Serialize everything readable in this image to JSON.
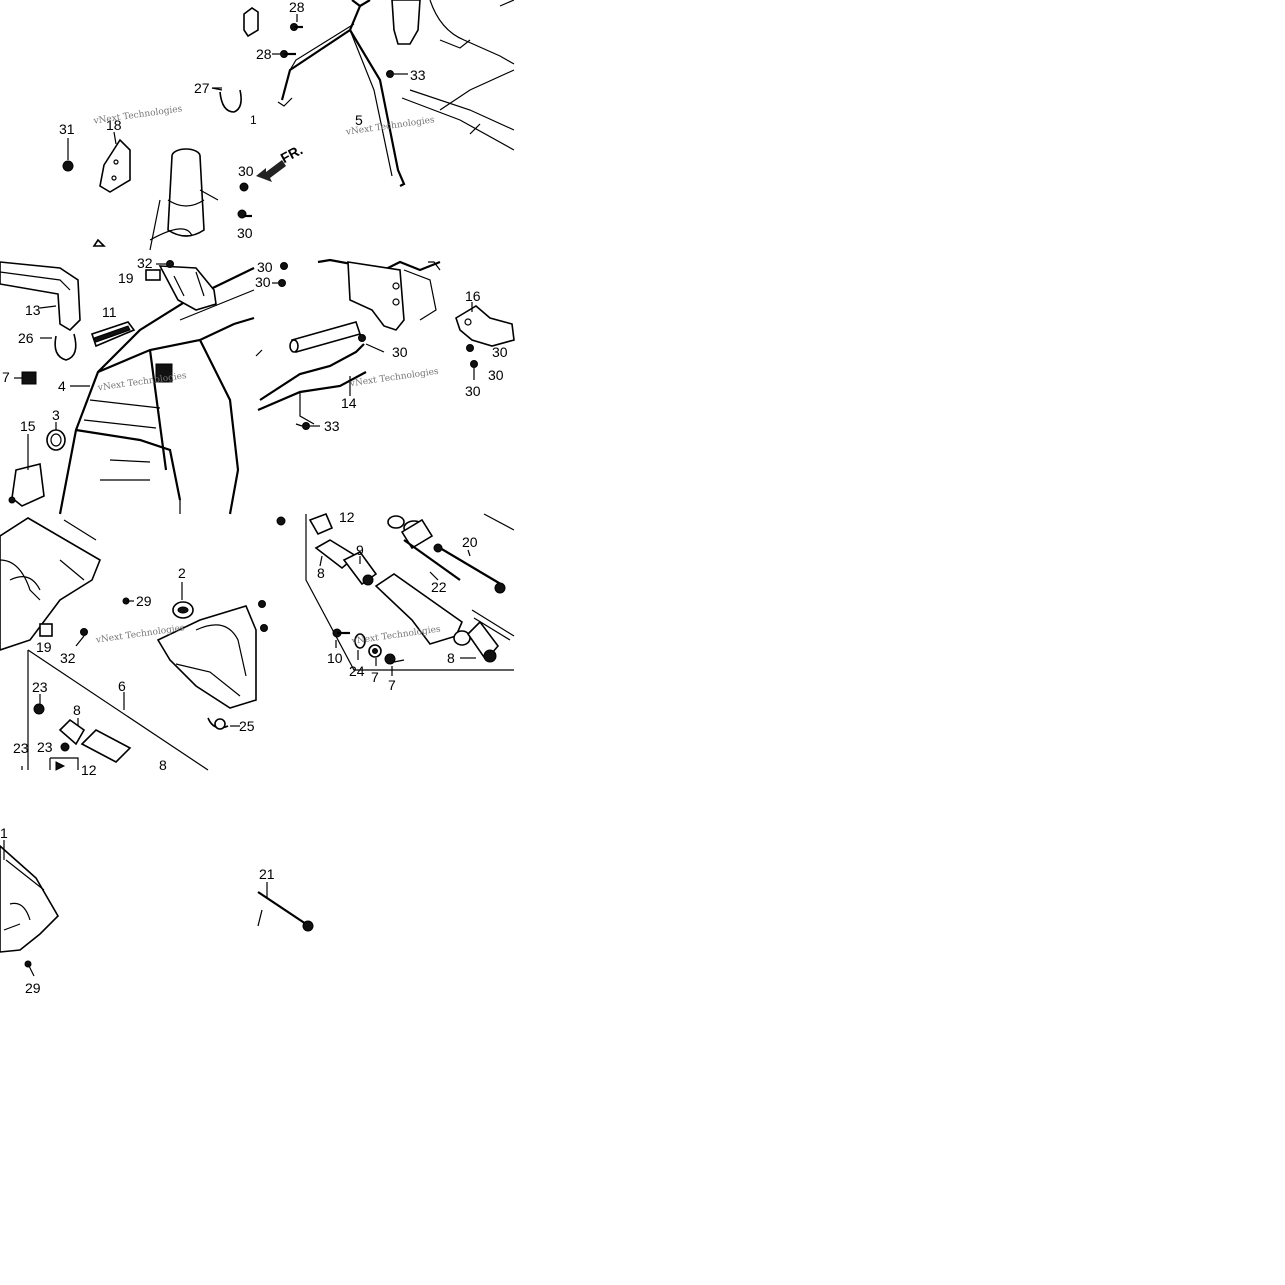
{
  "diagram": {
    "watermark": "vNext Technologies",
    "arrow_label": "FR.",
    "callouts": {
      "c28a": "28",
      "c28b": "28",
      "c33a": "33",
      "c27": "27",
      "c1a": "1",
      "c5": "5",
      "c31": "31",
      "c18": "18",
      "c30a": "30",
      "c30b": "30",
      "c32a": "32",
      "c19a": "19",
      "c30c": "30",
      "c30d": "30",
      "c13": "13",
      "c11": "11",
      "c26": "26",
      "c7a": "7",
      "c4": "4",
      "c3": "3",
      "c15": "15",
      "c16": "16",
      "c30e": "30",
      "c30f": "30",
      "c30g": "30",
      "c30h": "30",
      "c14": "14",
      "c33b": "33",
      "c2": "2",
      "c29a": "29",
      "c19b": "19",
      "c32b": "32",
      "c23a": "23",
      "c6": "6",
      "c8a": "8",
      "c23b": "23",
      "c23c": "23",
      "c12a": "12",
      "c8b": "8",
      "c25": "25",
      "c12b": "12",
      "c9": "9",
      "c8c": "8",
      "c20": "20",
      "c22": "22",
      "c10": "10",
      "c24": "24",
      "c7b": "7",
      "c7c": "7",
      "c8d": "8",
      "c1b": "1",
      "c29b": "29",
      "c21": "21"
    }
  }
}
